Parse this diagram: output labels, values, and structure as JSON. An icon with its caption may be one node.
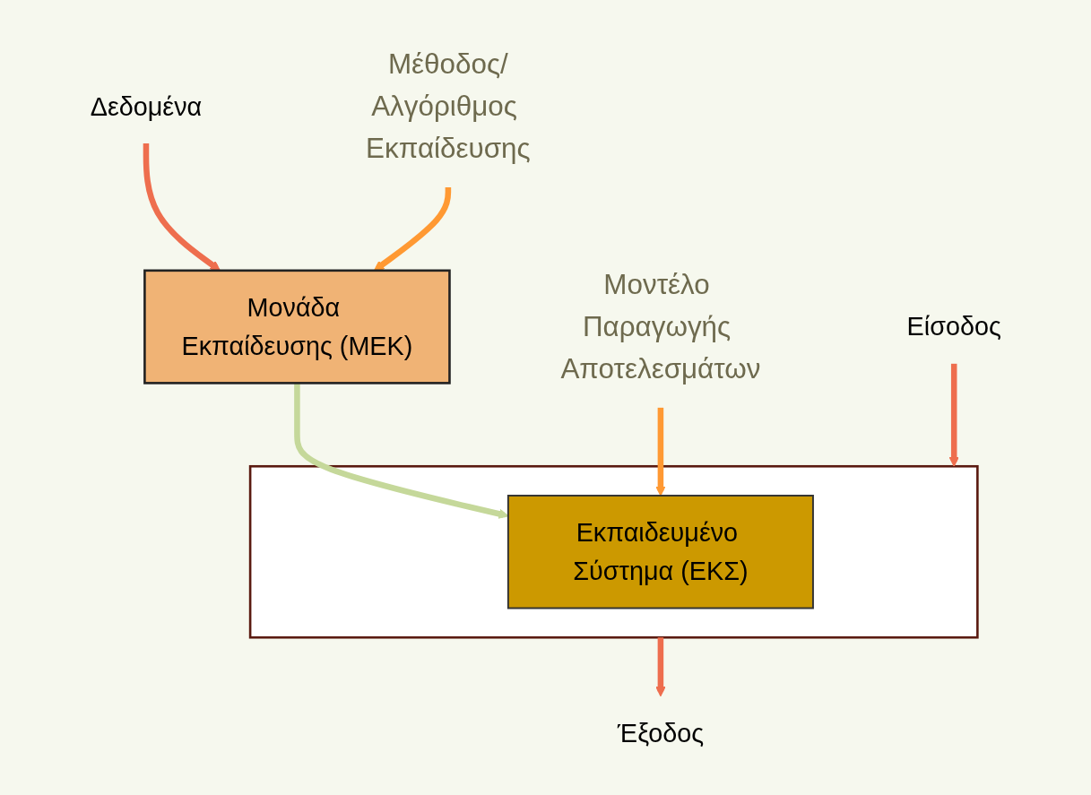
{
  "diagram": {
    "nodes": [
      {
        "text": [
          "Δεδομένα"
        ]
      },
      {
        "text": [
          "Μονάδα Εκπαίδευσης (ΜΕΚ)"
        ]
      },
      {
        "text": [
          "Μέθοδος/Αλγόριθμος Εκπαίδευσης"
        ]
      },
      {
        "text": [],
        "shape": "box"
      },
      {
        "text": [
          "Εκπαιδευμένο Σύστημα (ΕΚΣ)"
        ],
        "in": 3
      },
      {
        "text": [
          "Είσοδος"
        ]
      },
      {
        "text": [
          "Έξοδος"
        ]
      },
      {
        "text": [
          "Μοντέλο Παραγωγής Αποτελεσμάτων"
        ]
      }
    ],
    "edges": [
      {
        "from": 0,
        "to": 1,
        "arrow": "to"
      },
      {
        "from": 2,
        "to": 1,
        "arrow": "to",
        "color": "#ff9933"
      },
      {
        "from": 1,
        "to": 4,
        "arrow": "to",
        "color": "#c5d89a"
      },
      {
        "from": 5,
        "to": 3,
        "arrow": "to"
      },
      {
        "from": 3,
        "to": 6,
        "arrow": "to"
      },
      {
        "from": 7,
        "to": 4,
        "arrow": "to",
        "color": "#ff9933"
      }
    ]
  }
}
